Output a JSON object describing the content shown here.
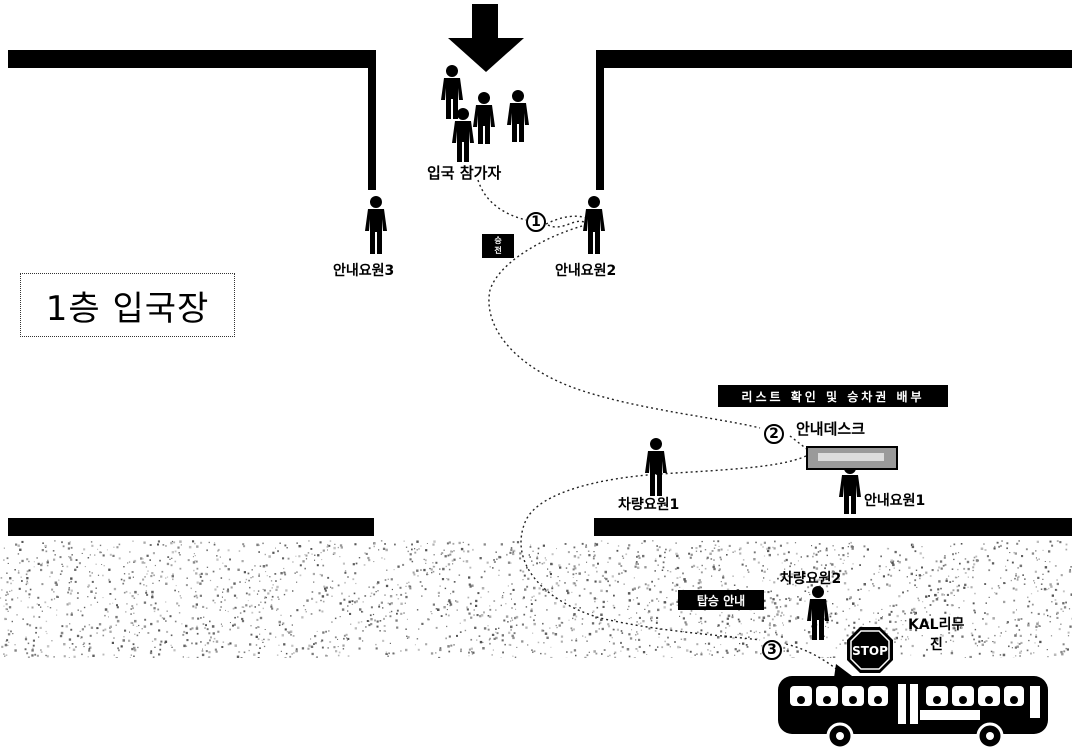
{
  "title": "1층 입국장",
  "labels": {
    "arrivals": "입국 참가자",
    "guide1": "안내요원1",
    "guide2": "안내요원2",
    "guide3": "안내요원3",
    "vehicle1": "차량요원1",
    "vehicle2": "차량요원2",
    "desk": "안내데스크",
    "kal_line1": "KAL리무",
    "kal_line2": "진"
  },
  "banners": {
    "list_check": "리스트 확인 및 승차권 배부",
    "boarding": "탑승 안내",
    "sign_top": "승",
    "sign_bottom": "전"
  },
  "steps": [
    "1",
    "2",
    "3"
  ],
  "stop_sign": "STOP",
  "icons": [
    "down-arrow-icon",
    "person-icon",
    "stop-sign-icon",
    "bus-icon"
  ]
}
